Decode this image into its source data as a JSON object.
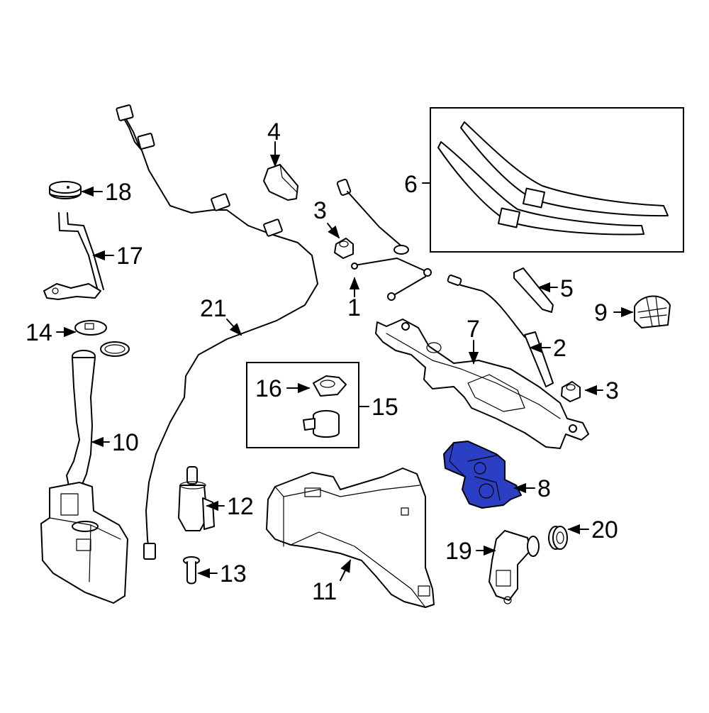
{
  "highlight_color": "#2b3fc4",
  "callouts": {
    "c1": "1",
    "c2": "2",
    "c3a": "3",
    "c3b": "3",
    "c4": "4",
    "c5": "5",
    "c6": "6",
    "c7": "7",
    "c8": "8",
    "c9": "9",
    "c10": "10",
    "c11": "11",
    "c12": "12",
    "c13": "13",
    "c14": "14",
    "c15": "15",
    "c16": "16",
    "c17": "17",
    "c18": "18",
    "c19": "19",
    "c20": "20",
    "c21": "21"
  }
}
